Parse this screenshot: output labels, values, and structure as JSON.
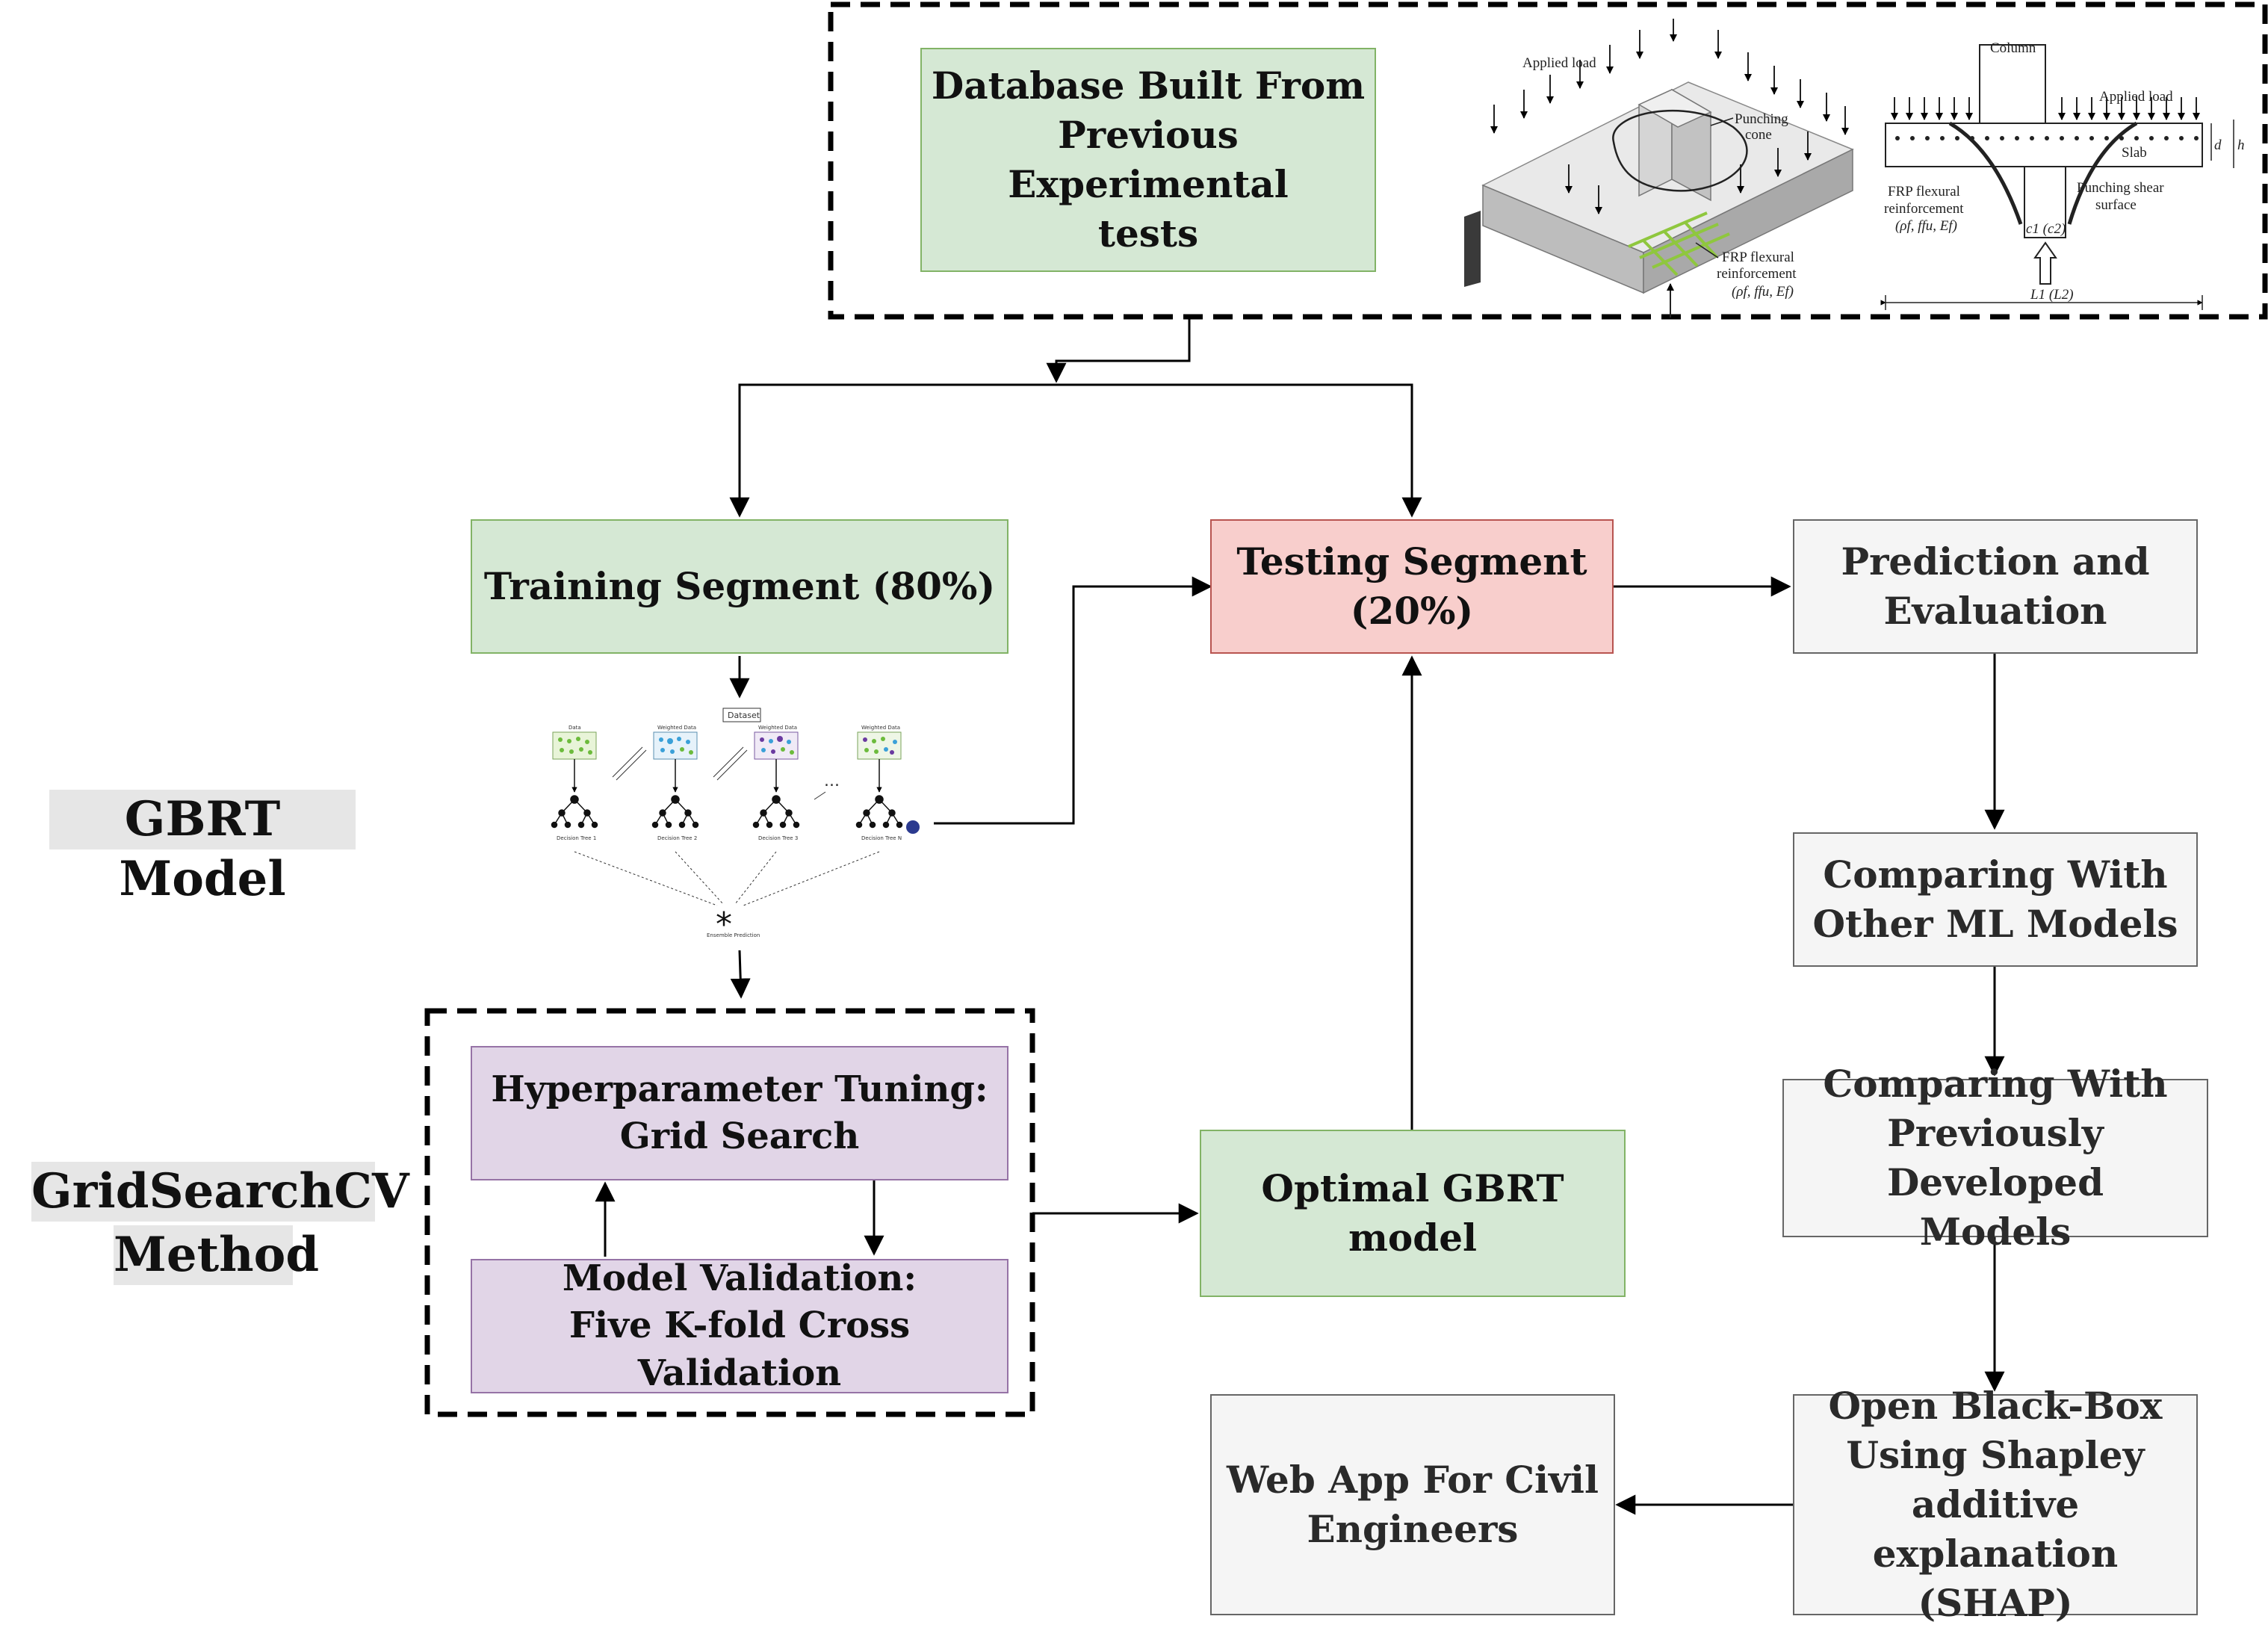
{
  "blocks": {
    "database": {
      "lines": [
        "Database Built From",
        "Previous Experimental",
        "tests"
      ]
    },
    "training": {
      "lines": [
        "Training Segment (80%)"
      ]
    },
    "testing": {
      "lines": [
        "Testing Segment",
        "(20%)"
      ]
    },
    "prediction": {
      "lines": [
        "Prediction and",
        "Evaluation"
      ]
    },
    "compare_ml": {
      "lines": [
        "Comparing With",
        "Other ML Models"
      ]
    },
    "compare_prev": {
      "lines": [
        "Comparing With",
        "Previously Developed",
        "Models"
      ]
    },
    "shap": {
      "lines": [
        "Open Black-Box",
        "Using Shapley",
        "additive explanation",
        "(SHAP)"
      ]
    },
    "webapp": {
      "lines": [
        "Web App For Civil",
        "Engineers"
      ]
    },
    "hyper": {
      "lines": [
        "Hyperparameter Tuning:",
        "Grid Search"
      ]
    },
    "validation": {
      "lines": [
        "Model Validation:",
        "Five K-fold Cross Validation"
      ]
    },
    "optimal": {
      "lines": [
        "Optimal GBRT model"
      ]
    }
  },
  "side_labels": {
    "gbrt": "GBRT Model",
    "gridsearch_1": "GridSearchCV",
    "gridsearch_2": "Method"
  },
  "slab_3d": {
    "applied_load": "Applied load",
    "punching_cone_1": "Punching",
    "punching_cone_2": "cone",
    "frp_1": "FRP flexural",
    "frp_2": "reinforcement",
    "frp_3": "(ρf, ffu, Ef)"
  },
  "slab_section": {
    "column": "Column",
    "applied_load": "Applied load",
    "slab": "Slab",
    "frp_1": "FRP flexural",
    "frp_2": "reinforcement",
    "frp_3": "(ρf, ffu, Ef)",
    "shear_1": "Punching shear",
    "shear_2": "surface",
    "c": "c1 (c2)",
    "span": "L1 (L2)",
    "d": "d",
    "h": "h"
  },
  "gbrt_diagram": {
    "dataset": "Dataset",
    "data_labels": [
      "Data",
      "Weighted Data",
      "Weighted Data",
      "Weighted Data"
    ],
    "tree_labels": [
      "Decision Tree 1",
      "Decision Tree 2",
      "Decision Tree 3",
      "Decision Tree N"
    ],
    "ellipsis": "...",
    "ensemble": "Ensemble Prediction"
  }
}
